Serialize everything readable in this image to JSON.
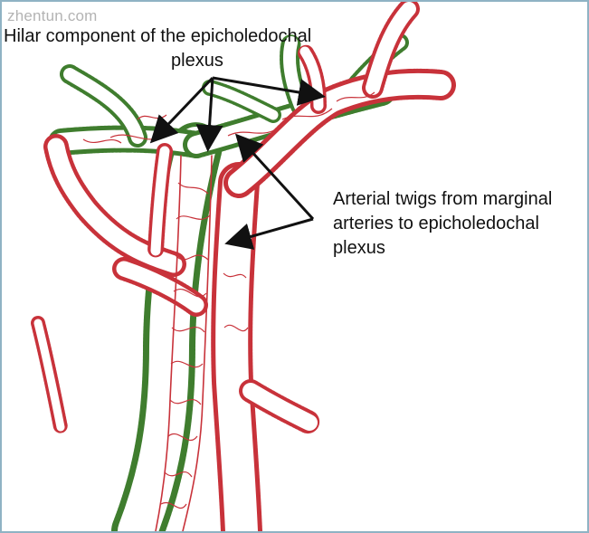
{
  "watermark": "zhentun.com",
  "labels": {
    "hilar_line1": "Hilar component of the epicholedochal",
    "hilar_line2": "plexus",
    "twigs_line1": "Arterial twigs from marginal",
    "twigs_line2": "arteries to epicholedochal",
    "twigs_line3": "plexus"
  },
  "colors": {
    "artery_red": "#c8323a",
    "duct_green": "#3f7d2e",
    "arrow": "#111111",
    "frame": "#8fb3c4"
  }
}
